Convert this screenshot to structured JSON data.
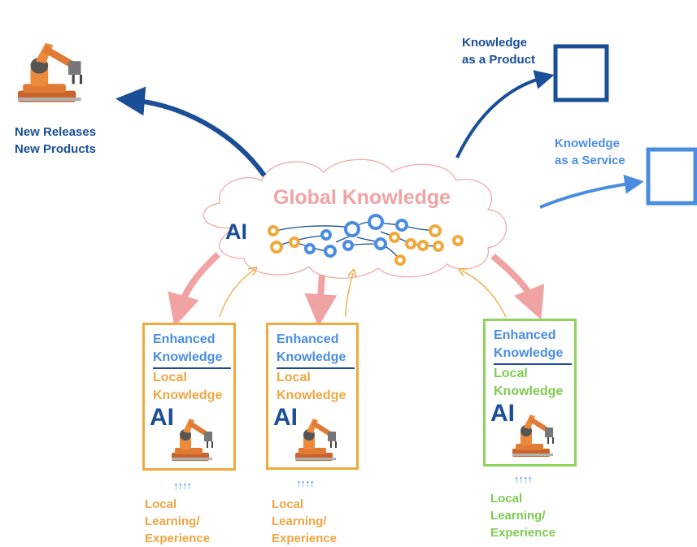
{
  "cloud": {
    "title": "Global Knowledge",
    "ai_label": "AI"
  },
  "outputs": {
    "releases": [
      "New Releases",
      "New Products"
    ],
    "product": [
      "Knowledge",
      "as a Product"
    ],
    "service": [
      "Knowledge",
      "as a Service"
    ]
  },
  "nodes": [
    {
      "enhanced": [
        "Enhanced",
        "Knowledge"
      ],
      "local": [
        "Local",
        "Knowledge"
      ],
      "ai_label": "AI",
      "arrows": "↑↑↑↑",
      "caption": [
        "Local",
        "Learning/",
        "Experience"
      ]
    },
    {
      "enhanced": [
        "Enhanced",
        "Knowledge"
      ],
      "local": [
        "Local",
        "Knowledge"
      ],
      "ai_label": "AI",
      "arrows": "↑↑↑↑",
      "caption": [
        "Local",
        "Learning/",
        "Experience"
      ]
    },
    {
      "enhanced": [
        "Enhanced",
        "Knowledge"
      ],
      "local": [
        "Local",
        "Knowledge"
      ],
      "ai_label": "AI",
      "arrows": "↑↑↑↑",
      "caption": [
        "Local",
        "Learning/",
        "Experience"
      ]
    }
  ],
  "colors": {
    "dark_blue": "#1a4e96",
    "mid_blue": "#4a8de0",
    "orange": "#f0a93c",
    "green": "#8ed35c",
    "pink": "#f1a3a3"
  },
  "icons": [
    "robot-arm-icon",
    "empty-square-icon",
    "neural-network-icon"
  ]
}
